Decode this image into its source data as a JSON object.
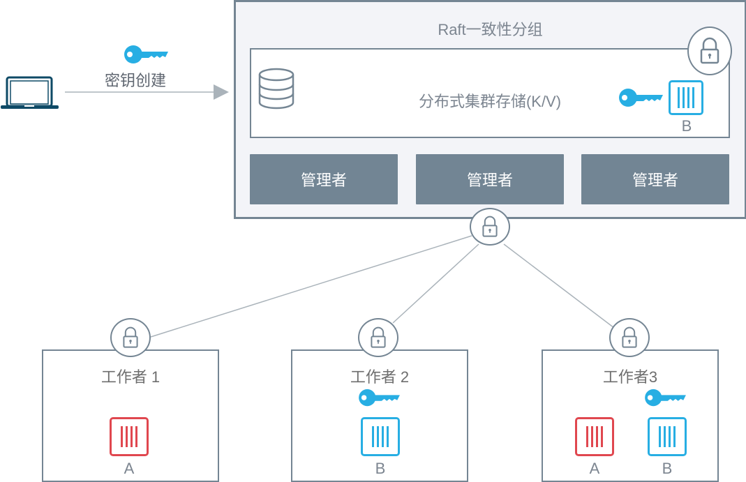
{
  "colors": {
    "frame": "#748593",
    "manager_fill": "#728594",
    "cluster_bg": "#f3f4f8",
    "key": "#27aee3",
    "container_a": "#e0474f",
    "container_b": "#27aee3",
    "laptop": "#0e4a66",
    "connector": "#aab3ba"
  },
  "client": {
    "icon": "laptop-icon",
    "arrow_label": "密钥创建",
    "key_icon": "key-icon"
  },
  "cluster": {
    "title": "Raft一致性分组",
    "lock_icon": "lock-icon",
    "store": {
      "label": "分布式集群存储(K/V)",
      "db_icon": "database-icon",
      "container": {
        "label": "B",
        "color": "blue",
        "has_key": true
      }
    },
    "managers": [
      {
        "label": "管理者"
      },
      {
        "label": "管理者"
      },
      {
        "label": "管理者"
      }
    ]
  },
  "workers": [
    {
      "title": "工作者 1",
      "containers": [
        {
          "label": "A",
          "color": "red",
          "has_key": false
        }
      ]
    },
    {
      "title": "工作者 2",
      "containers": [
        {
          "label": "B",
          "color": "blue",
          "has_key": true
        }
      ]
    },
    {
      "title": "工作者3",
      "containers": [
        {
          "label": "A",
          "color": "red",
          "has_key": false
        },
        {
          "label": "B",
          "color": "blue",
          "has_key": true
        }
      ]
    }
  ]
}
